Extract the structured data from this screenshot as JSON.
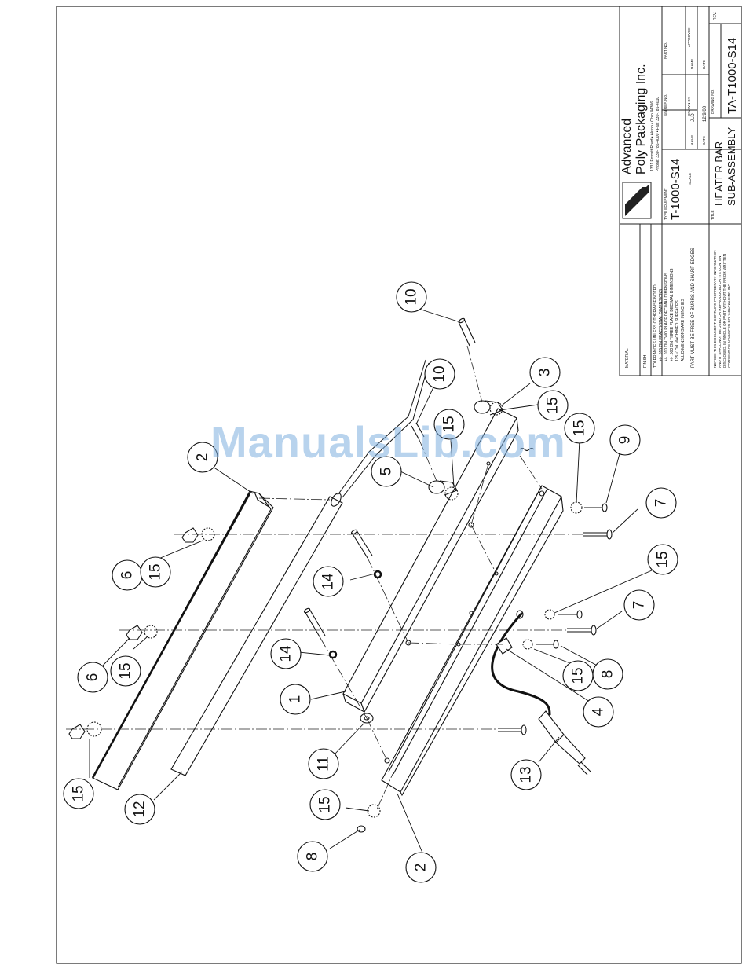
{
  "watermark": "ManualsLib.com",
  "title_block": {
    "company_line1": "Advanced",
    "company_line2": "Poly Packaging Inc.",
    "address": "1331 Emmitt Road  •  Akron  •  Ohio 44306",
    "phone": "Phone: 330-785-4000  •  Fax: 330-785-4010",
    "material_label": "MATERIAL",
    "finish_label": "FINISH",
    "tolerances": [
      "TOLERANCES UNLESS OTHERWISE NOTED",
      "+/- .015 ON FRACTIONAL DIMENSIONS",
      "+/- .010 ON TWO PLACE DECIMAL DIMENSIONS",
      "+/- .003 ON THREE PLACE DECIMAL DIMENSIONS",
      "125 √ ON MACHINED SURFACES",
      "ALL DIMENSIONS ARE IN INCHES"
    ],
    "burrs_note": "PART MUST BE FREE OF BURRS AND SHARP EDGES",
    "notice": [
      "NOTICE: THIS DOCUMENT CONTAINS PROPRIETARY INFORMATION",
      "AND IT SHALL NOT BE USED OR REPRODUCED OR ITS CONTENT",
      "DISCLOSED, IN WHOLE OR PART, WITHOUT THE PRIOR WRITTEN",
      "CONSENT OF ADVANCED POLY-PACKAGING INC."
    ],
    "type_equipment_label": "TYPE EQUIPMENT",
    "type_equipment": "T-1000-S14",
    "part_no_label": "PART NO.",
    "sn_label": "S/N REF. NO.",
    "scale_label": "SCALE",
    "drawn_by_label": "DRAWN BY",
    "drawn_name": "JLD",
    "approved_label": "APPROVED",
    "name_label": "NAME",
    "date_label": "DATE",
    "date_value": "12/9/08",
    "title_label": "TITLE",
    "title_line1": "HEATER BAR",
    "title_line2": "SUB-ASSEMBLY",
    "drawing_no_label": "DRAWING NO.",
    "drawing_no": "TA-T1000-S14",
    "rev_label": "REV."
  },
  "balloons": [
    "10",
    "10",
    "3",
    "15",
    "15",
    "5",
    "15",
    "9",
    "2",
    "7",
    "6",
    "15",
    "14",
    "15",
    "7",
    "6",
    "15",
    "14",
    "1",
    "15",
    "8",
    "4",
    "11",
    "13",
    "15",
    "12",
    "15",
    "8",
    "2"
  ]
}
